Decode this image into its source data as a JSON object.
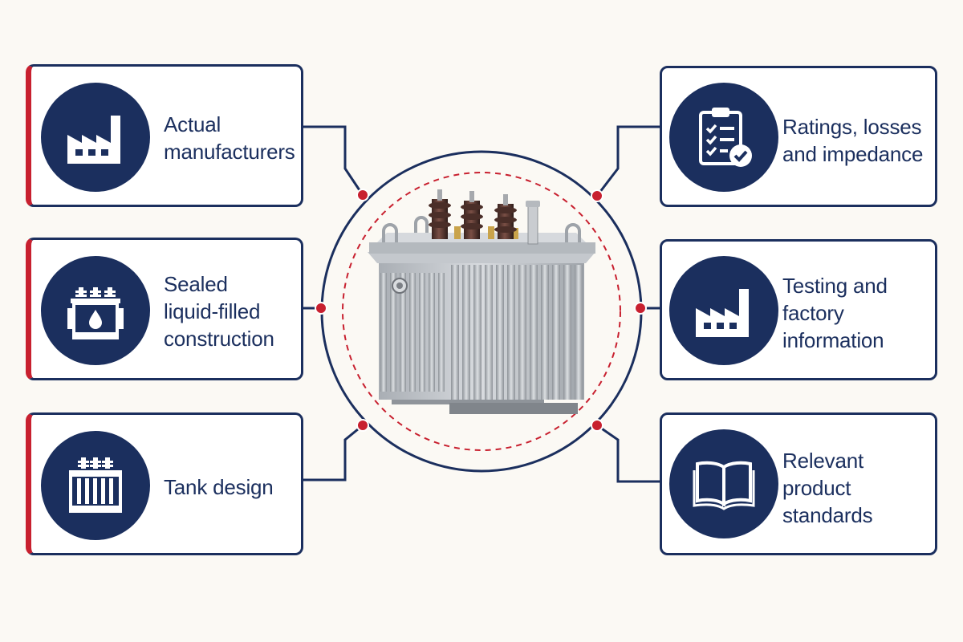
{
  "colors": {
    "background": "#fbf9f4",
    "navy": "#1b2f5e",
    "accent_red": "#c8202f",
    "card": "#ffffff",
    "transformer_gray": "#c9cdd2"
  },
  "center": {
    "image": "oil-immersed-distribution-transformer"
  },
  "cards": {
    "manufacturers": {
      "icon": "factory-icon",
      "lines": [
        "Actual",
        "manufacturers"
      ]
    },
    "sealed": {
      "icon": "sealed-transformer-icon",
      "lines": [
        "Sealed",
        "liquid-filled",
        "construction"
      ]
    },
    "tank": {
      "icon": "tank-radiator-icon",
      "lines": [
        "Tank design"
      ]
    },
    "ratings": {
      "icon": "checklist-clipboard-icon",
      "lines": [
        "Ratings, losses",
        "and impedance"
      ]
    },
    "testing": {
      "icon": "factory-icon",
      "lines": [
        "Testing and",
        "factory",
        "information"
      ]
    },
    "standards": {
      "icon": "open-book-icon",
      "lines": [
        "Relevant",
        "product",
        "standards"
      ]
    }
  }
}
